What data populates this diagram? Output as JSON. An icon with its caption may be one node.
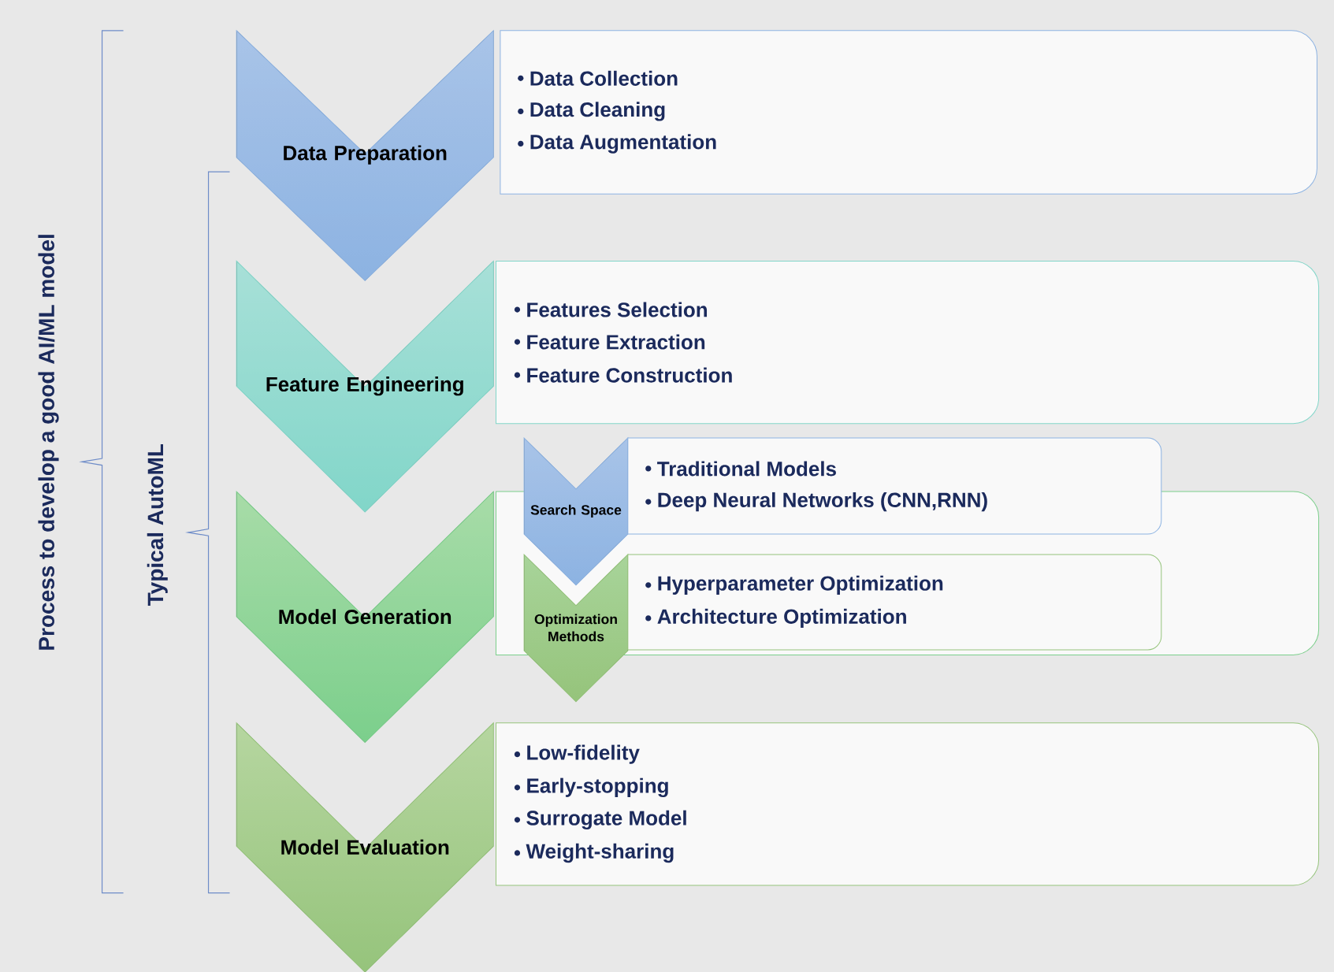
{
  "diagram": {
    "nodes": [
      {
        "text": [
          "Data Preparation"
        ]
      },
      {
        "text": [
          "Data Collection",
          "Data Cleaning",
          "Data Augmentation"
        ]
      },
      {
        "text": [
          "Feature Engineering"
        ]
      },
      {
        "text": [
          "Features Selection",
          "Feature Extraction",
          "Feature Construction"
        ]
      },
      {
        "text": [
          "Model Generation"
        ]
      },
      {
        "text": [],
        "shape": "box"
      },
      {
        "text": [
          "Search Space"
        ]
      },
      {
        "text": [
          "Traditional Models",
          "Deep Neural Networks (CNN,RNN)"
        ]
      },
      {
        "text": [
          "Optimization Methods"
        ]
      },
      {
        "text": [
          "Hyperparameter Optimization",
          "Architecture Optimization"
        ],
        "in": 5
      },
      {
        "text": [
          "Model Evaluation"
        ]
      },
      {
        "text": [
          "Low-fidelity",
          "Early-stopping",
          "Surrogate Model",
          "Weight-sharing"
        ]
      }
    ],
    "labels": [
      "Process to develop a good AI/ML model",
      "Typical AutoML"
    ]
  }
}
